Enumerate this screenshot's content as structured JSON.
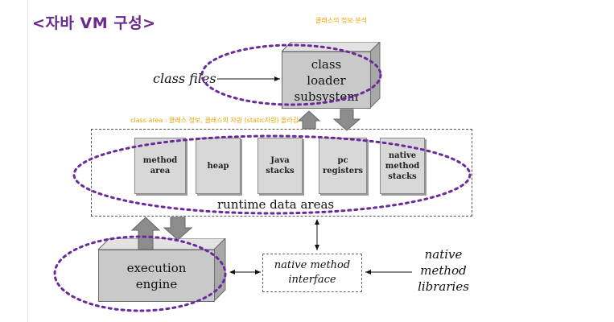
{
  "title": "<자바 VM 구성>",
  "notes": {
    "class_info_analysis": "클래스의 정보 분석",
    "class_area": "class area : 클래스 정보, 클래스의 자원 (static자원) 올라감"
  },
  "labels": {
    "class_files": "class files",
    "class_loader_line1": "class",
    "class_loader_line2": "loader",
    "class_loader_line3": "subsystem",
    "runtime_data_areas": "runtime data areas",
    "execution_line1": "execution",
    "execution_line2": "engine",
    "nmi_line1": "native method",
    "nmi_line2": "interface",
    "libs_line1": "native",
    "libs_line2": "method",
    "libs_line3": "libraries"
  },
  "runtime_boxes": [
    {
      "line1": "method",
      "line2": "area",
      "line3": ""
    },
    {
      "line1": "heap",
      "line2": "",
      "line3": ""
    },
    {
      "line1": "Java",
      "line2": "stacks",
      "line3": ""
    },
    {
      "line1": "pc",
      "line2": "registers",
      "line3": ""
    },
    {
      "line1": "native",
      "line2": "method",
      "line3": "stacks"
    }
  ],
  "colors": {
    "title": "#6a2a8c",
    "annotation_ellipse": "#6a2a9c",
    "note_text": "#e8a200",
    "box_fill": "#c9c9c9"
  }
}
